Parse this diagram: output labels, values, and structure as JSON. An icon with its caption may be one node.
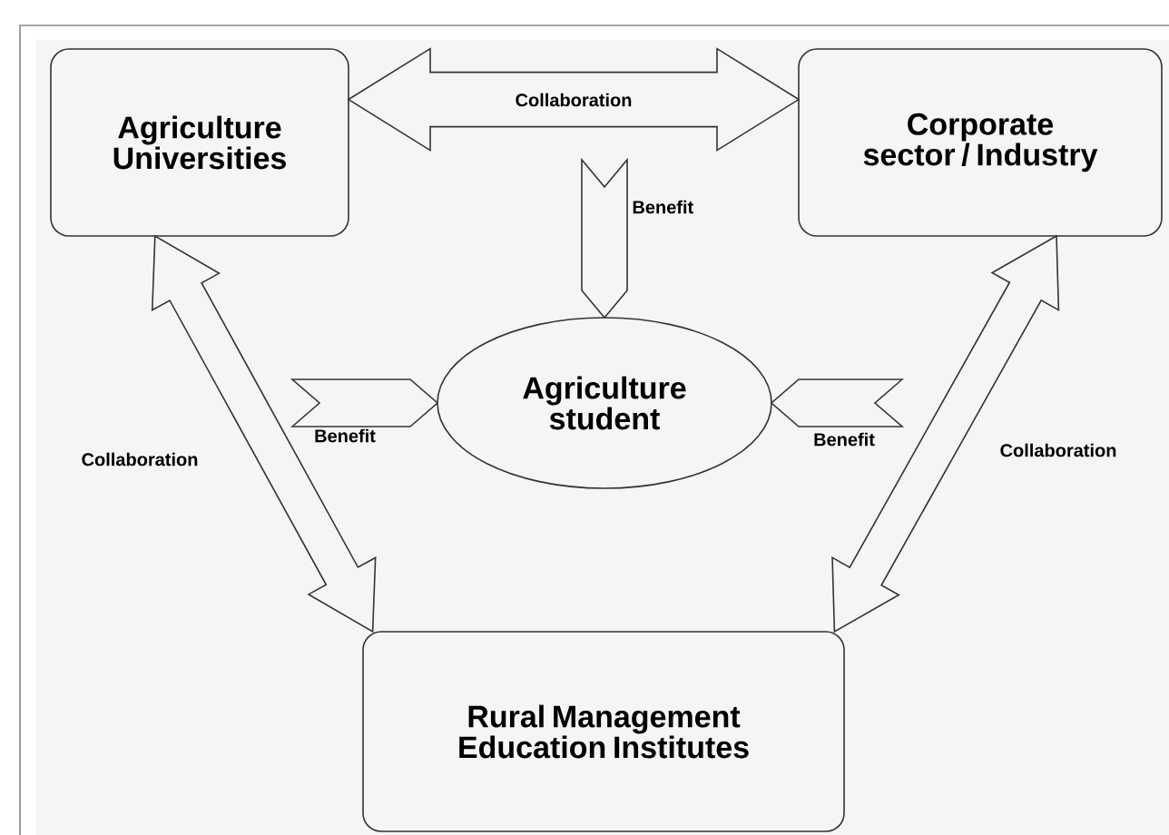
{
  "diagram": {
    "nodes": [
      {
        "text": [
          "Agriculture Universities"
        ]
      },
      {
        "text": [
          "Corporate sector / Industry"
        ]
      },
      {
        "text": [
          "Agriculture student"
        ]
      },
      {
        "text": [
          "Rural Management Education Institutes"
        ]
      }
    ],
    "edges": [
      {
        "from": 0,
        "to": 1,
        "arrow": "both",
        "label": "Collaboration"
      },
      {
        "from": null,
        "to": 2,
        "arrow": "to",
        "label": "Benefit"
      },
      {
        "from": null,
        "to": 2,
        "arrow": "to",
        "label": "Benefit"
      },
      {
        "from": null,
        "to": 2,
        "arrow": "to",
        "label": "Benefit"
      },
      {
        "from": 0,
        "to": 3,
        "arrow": "both",
        "label": "Collaboration"
      },
      {
        "from": 1,
        "to": 3,
        "arrow": "both",
        "label": "Collaboration"
      }
    ]
  }
}
